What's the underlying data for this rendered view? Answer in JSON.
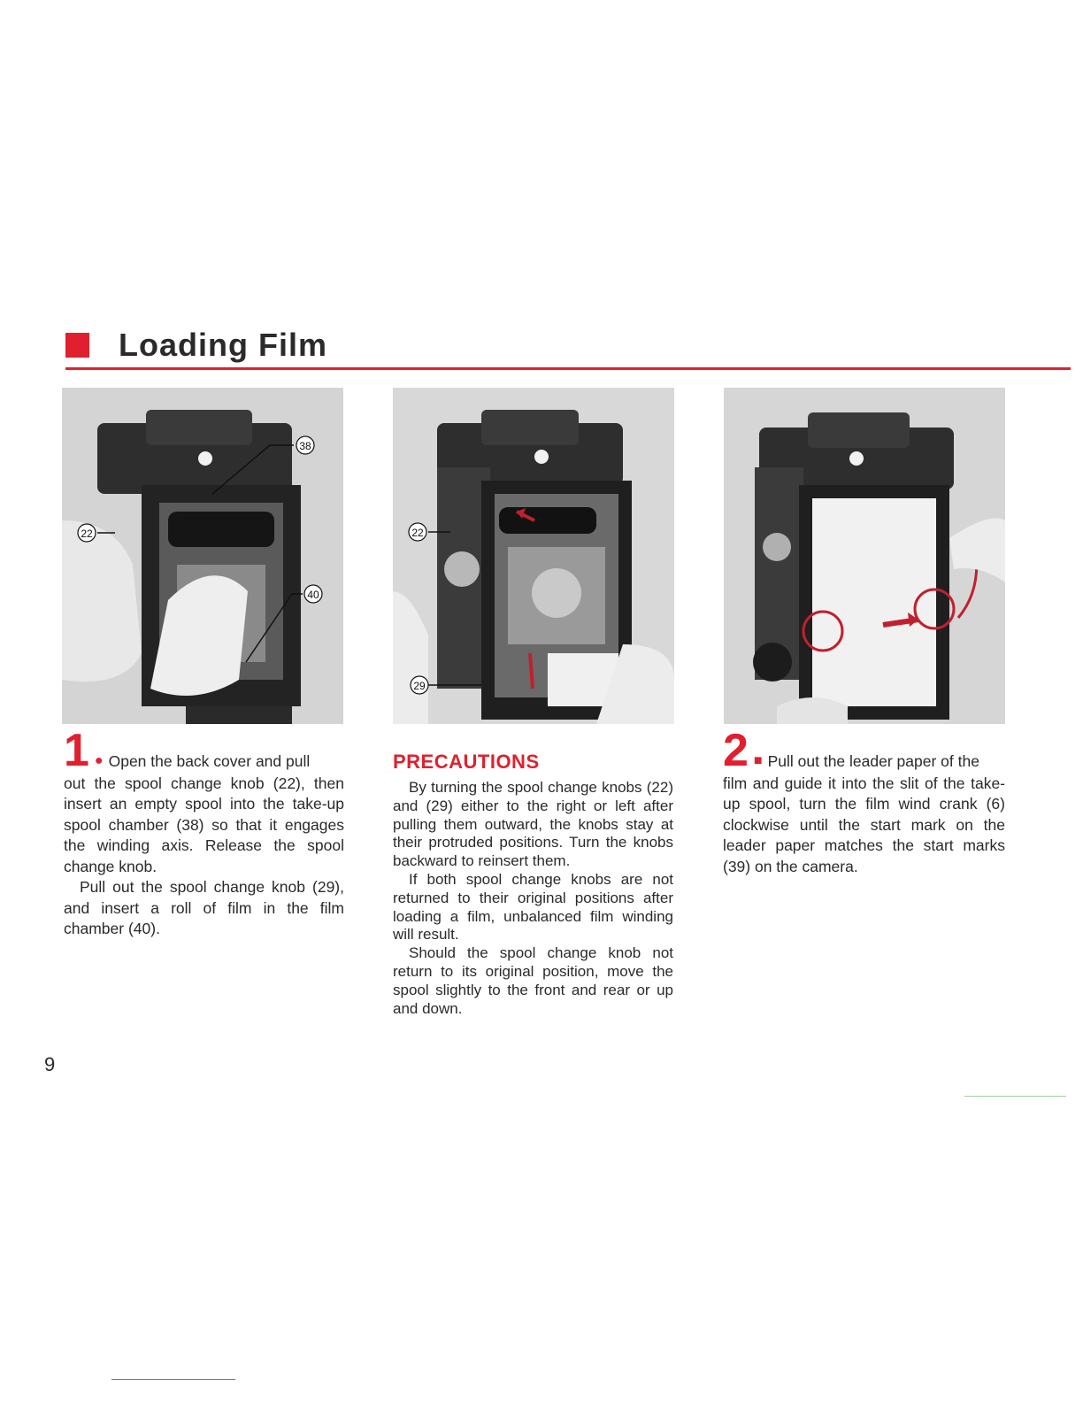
{
  "header": {
    "title": "Loading Film",
    "accent_color": "#e0202e"
  },
  "figures": [
    {
      "callouts": [
        "38",
        "22",
        "40"
      ]
    },
    {
      "callouts": [
        "22",
        "29"
      ]
    },
    {
      "callouts": []
    }
  ],
  "step1": {
    "number": "1",
    "lead": "Open the back cover and pull",
    "text_rest": "out the spool change knob (22), then insert an empty spool into the take-up spool chamber (38) so that it engages the winding axis.  Release the spool change knob.",
    "paragraph2": "Pull out the spool change knob (29), and insert a roll of film in the film chamber (40)."
  },
  "precautions": {
    "title": "PRECAUTIONS",
    "paragraphs": [
      "By turning the spool change knobs (22) and (29) either to the right or left after pulling them outward, the knobs stay at their protruded positions.  Turn the knobs backward to reinsert them.",
      "If both spool change knobs are not returned to their original positions after loading a film, unbalanced film winding will result.",
      "Should the spool change knob not return to its original position, move the spool slightly to the front and rear or up and down."
    ]
  },
  "step2": {
    "number": "2",
    "lead": "Pull out the leader paper of the",
    "text_rest": "film and guide it into the slit of the take-up spool, turn the film wind crank (6) clockwise until the start mark on the leader paper matches the start marks (39) on the camera."
  },
  "footer": {
    "page_number": "9"
  }
}
